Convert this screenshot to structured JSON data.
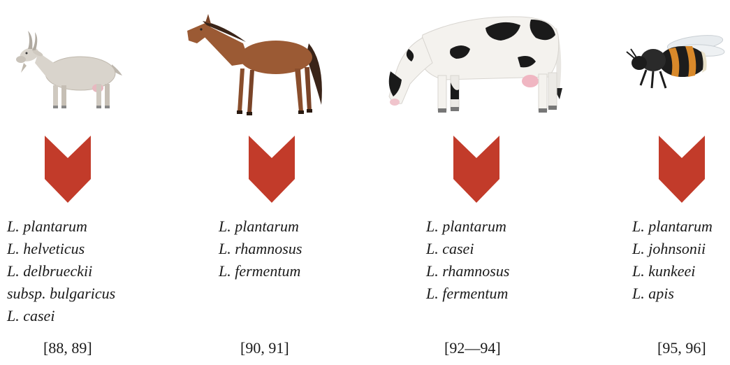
{
  "columns": [
    {
      "animal": "goat",
      "arrow_color": "#c23b2a",
      "species": [
        "L. plantarum",
        "L. helveticus",
        "L. delbrueckii",
        "subsp. bulgaricus",
        "L. casei"
      ],
      "reference": "[88, 89]"
    },
    {
      "animal": "horse",
      "arrow_color": "#c23b2a",
      "species": [
        "L. plantarum",
        "L. rhamnosus",
        "L. fermentum"
      ],
      "reference": "[90, 91]"
    },
    {
      "animal": "cow",
      "arrow_color": "#c23b2a",
      "species": [
        "L. plantarum",
        "L. casei",
        "L. rhamnosus",
        "L. fermentum"
      ],
      "reference": "[92—94]"
    },
    {
      "animal": "bee",
      "arrow_color": "#c23b2a",
      "species": [
        "L. plantarum",
        "L. johnsonii",
        "L. kunkeei",
        "L. apis"
      ],
      "reference": "[95, 96]"
    }
  ]
}
